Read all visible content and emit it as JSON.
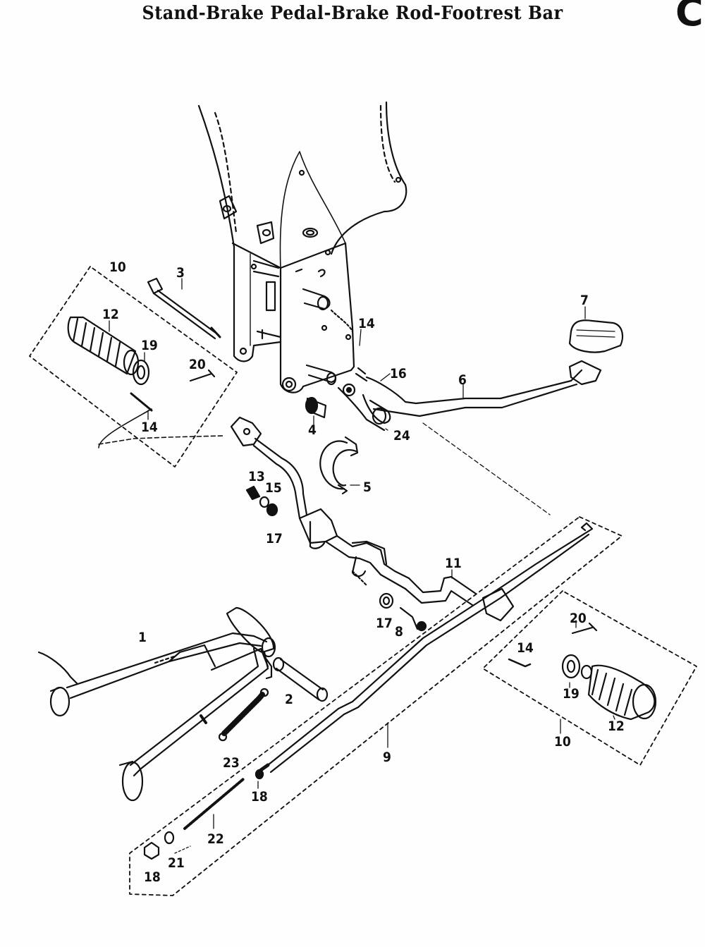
{
  "title": "Stand-Brake Pedal-Brake Rod-Footrest Bar",
  "corner_mark": "C",
  "callouts": [
    {
      "id": "c10-left",
      "text": "10"
    },
    {
      "id": "c3",
      "text": "3"
    },
    {
      "id": "c12-left",
      "text": "12"
    },
    {
      "id": "c19-left",
      "text": "19"
    },
    {
      "id": "c20-left",
      "text": "20"
    },
    {
      "id": "c14-left",
      "text": "14"
    },
    {
      "id": "c14-frame",
      "text": "14"
    },
    {
      "id": "c7",
      "text": "7"
    },
    {
      "id": "c16",
      "text": "16"
    },
    {
      "id": "c6",
      "text": "6"
    },
    {
      "id": "c4",
      "text": "4"
    },
    {
      "id": "c24",
      "text": "24"
    },
    {
      "id": "c5",
      "text": "5"
    },
    {
      "id": "c13",
      "text": "13"
    },
    {
      "id": "c15",
      "text": "15"
    },
    {
      "id": "c17-top",
      "text": "17"
    },
    {
      "id": "c11",
      "text": "11"
    },
    {
      "id": "c17-bottom",
      "text": "17"
    },
    {
      "id": "c8",
      "text": "8"
    },
    {
      "id": "c1",
      "text": "1"
    },
    {
      "id": "c2",
      "text": "2"
    },
    {
      "id": "c20-right",
      "text": "20"
    },
    {
      "id": "c14-right",
      "text": "14"
    },
    {
      "id": "c19-right",
      "text": "19"
    },
    {
      "id": "c12-right",
      "text": "12"
    },
    {
      "id": "c10-right",
      "text": "10"
    },
    {
      "id": "c9",
      "text": "9"
    },
    {
      "id": "c23",
      "text": "23"
    },
    {
      "id": "c18-mid",
      "text": "18"
    },
    {
      "id": "c22",
      "text": "22"
    },
    {
      "id": "c21",
      "text": "21"
    },
    {
      "id": "c18-bottom",
      "text": "18"
    }
  ]
}
